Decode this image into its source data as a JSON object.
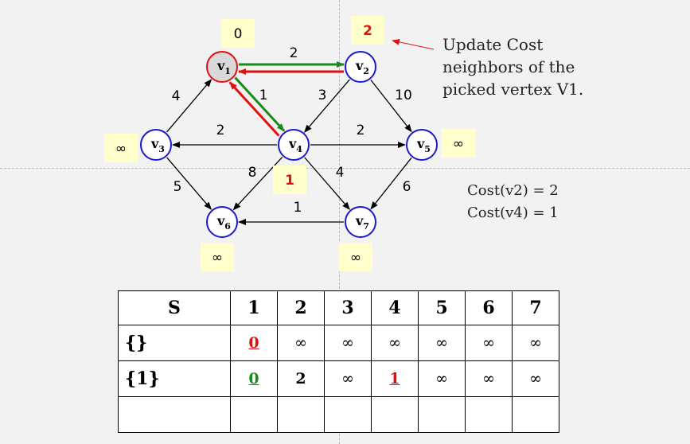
{
  "nodes": [
    {
      "id": "v1",
      "base": "v",
      "sub": "1"
    },
    {
      "id": "v2",
      "base": "v",
      "sub": "2"
    },
    {
      "id": "v3",
      "base": "v",
      "sub": "3"
    },
    {
      "id": "v4",
      "base": "v",
      "sub": "4"
    },
    {
      "id": "v5",
      "base": "v",
      "sub": "5"
    },
    {
      "id": "v6",
      "base": "v",
      "sub": "6"
    },
    {
      "id": "v7",
      "base": "v",
      "sub": "7"
    }
  ],
  "edges": [
    {
      "from": "v1",
      "to": "v2",
      "weight": "2",
      "highlight": "green"
    },
    {
      "from": "v1",
      "to": "v4",
      "weight": "1",
      "highlight": "green"
    },
    {
      "from": "v3",
      "to": "v1",
      "weight": "4"
    },
    {
      "from": "v2",
      "to": "v4",
      "weight": "3"
    },
    {
      "from": "v2",
      "to": "v5",
      "weight": "10"
    },
    {
      "from": "v4",
      "to": "v3",
      "weight": "2"
    },
    {
      "from": "v4",
      "to": "v5",
      "weight": "2"
    },
    {
      "from": "v4",
      "to": "v6",
      "weight": "8"
    },
    {
      "from": "v4",
      "to": "v7",
      "weight": "4"
    },
    {
      "from": "v3",
      "to": "v6",
      "weight": "5"
    },
    {
      "from": "v7",
      "to": "v6",
      "weight": "1"
    },
    {
      "from": "v5",
      "to": "v7",
      "weight": "6"
    }
  ],
  "costs": {
    "v1": "0",
    "v2": "2",
    "v3": "∞",
    "v4": "1",
    "v5": "∞",
    "v6": "∞",
    "v7": "∞"
  },
  "updated_costs": [
    "v2",
    "v4"
  ],
  "colors": {
    "node_stroke": "#1a1acc",
    "picked_stroke": "#e01010",
    "picked_fill": "#d9d9d9",
    "node_fill": "#ffffff",
    "highlight_green": "#1a8a1a",
    "highlight_red": "#e01010",
    "cost_box": "#ffffcc"
  },
  "callout": {
    "line1": "Update Cost",
    "line2": "neighbors of the",
    "line3": "picked vertex V1."
  },
  "cost_lines": [
    "Cost(v2) = 2",
    "Cost(v4) = 1"
  ],
  "table": {
    "headers": [
      "S",
      "1",
      "2",
      "3",
      "4",
      "5",
      "6",
      "7"
    ],
    "rows": [
      {
        "label": "{}",
        "cells": [
          "0",
          "∞",
          "∞",
          "∞",
          "∞",
          "∞",
          "∞"
        ],
        "styles": [
          "red",
          "",
          "",
          "",
          "",
          "",
          ""
        ]
      },
      {
        "label": "{1}",
        "cells": [
          "0",
          "2",
          "∞",
          "1",
          "∞",
          "∞",
          "∞"
        ],
        "styles": [
          "green",
          "bold",
          "",
          "red",
          "",
          "",
          ""
        ]
      },
      {
        "label": "",
        "cells": [
          "",
          "",
          "",
          "",
          "",
          "",
          ""
        ],
        "styles": [
          "",
          "",
          "",
          "",
          "",
          "",
          ""
        ]
      }
    ]
  }
}
